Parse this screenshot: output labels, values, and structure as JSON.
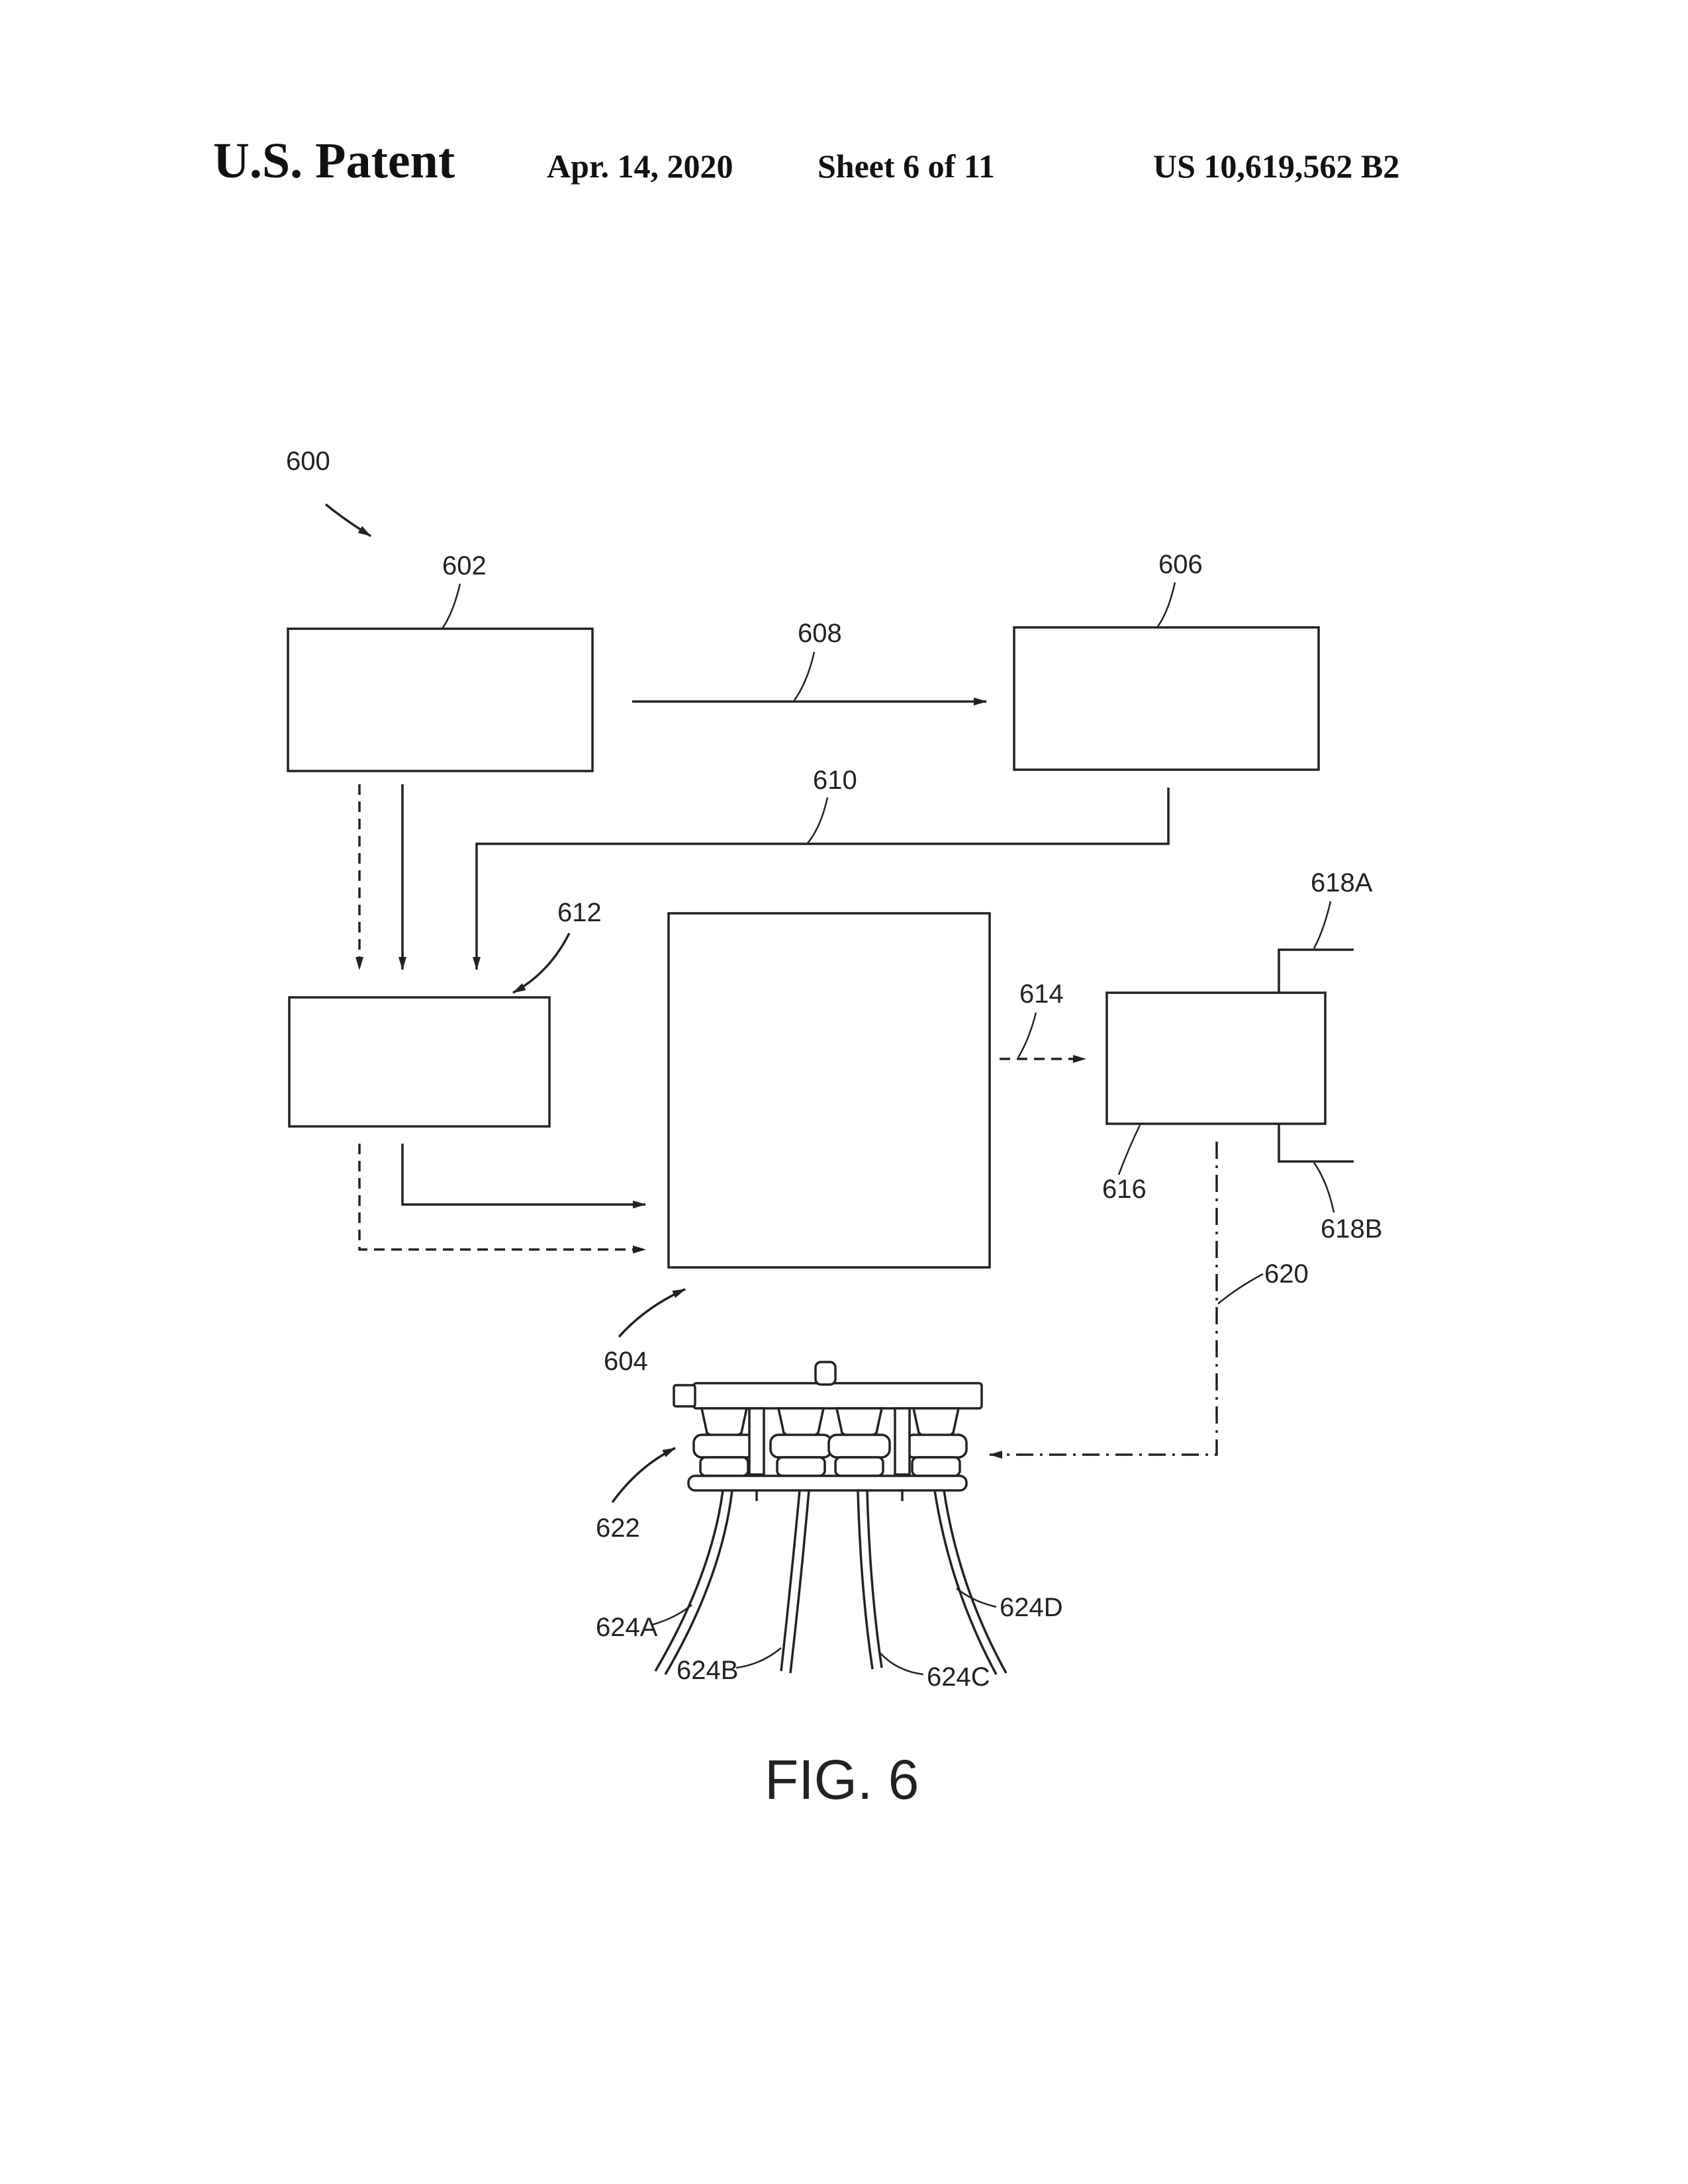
{
  "header": {
    "patent": "U.S. Patent",
    "date": "Apr. 14, 2020",
    "sheet": "Sheet 6 of 11",
    "number": "US 10,619,562 B2"
  },
  "refs": {
    "r600": "600",
    "r602": "602",
    "r604": "604",
    "r606": "606",
    "r608": "608",
    "r610": "610",
    "r612": "612",
    "r614": "614",
    "r616": "616",
    "r618A": "618A",
    "r618B": "618B",
    "r620": "620",
    "r622": "622",
    "r624A": "624A",
    "r624B": "624B",
    "r624C": "624C",
    "r624D": "624D"
  },
  "figure_label": "FIG. 6"
}
